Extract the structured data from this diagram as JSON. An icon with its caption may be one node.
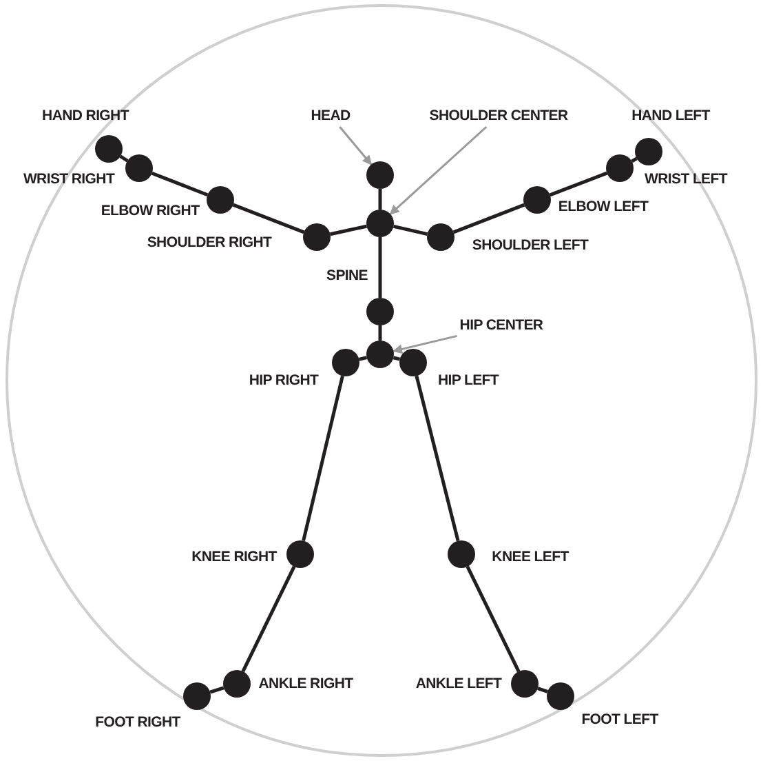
{
  "diagram": {
    "nodes": [
      {
        "text": [
          "HEAD"
        ]
      },
      {
        "text": [
          "SHOULDER CENTER"
        ]
      },
      {
        "text": [],
        "shape": "circle",
        "beside": [
          "HAND RIGHT"
        ]
      },
      {
        "text": [],
        "shape": "circle",
        "beside": [
          "HAND LEFT"
        ]
      },
      {
        "text": [],
        "shape": "circle",
        "beside": [
          "WRIST RIGHT"
        ]
      },
      {
        "text": [],
        "shape": "circle",
        "beside": [
          "WRIST LEFT"
        ]
      },
      {
        "text": [],
        "shape": "circle"
      },
      {
        "text": [],
        "shape": "circle",
        "beside": [
          "ELBOW RIGHT"
        ]
      },
      {
        "text": [],
        "shape": "circle",
        "beside": [
          "ELBOW LEFT"
        ]
      },
      {
        "text": [],
        "shape": "circle"
      },
      {
        "text": [],
        "shape": "circle",
        "beside": [
          "SHOULDER RIGHT"
        ]
      },
      {
        "text": [],
        "shape": "circle",
        "beside": [
          "SHOULDER LEFT"
        ]
      },
      {
        "text": [],
        "shape": "circle",
        "beside": [
          "SPINE"
        ]
      },
      {
        "text": [
          "HIP CENTER"
        ]
      },
      {
        "text": [],
        "shape": "circle"
      },
      {
        "text": [],
        "shape": "circle",
        "beside": [
          "HIP RIGHT"
        ]
      },
      {
        "text": [],
        "shape": "circle",
        "beside": [
          "HIP LEFT"
        ]
      },
      {
        "text": [],
        "shape": "circle",
        "beside": [
          "KNEE RIGHT"
        ]
      },
      {
        "text": [],
        "shape": "circle",
        "beside": [
          "KNEE LEFT"
        ]
      },
      {
        "text": [],
        "shape": "circle",
        "beside": [
          "ANKLE RIGHT"
        ]
      },
      {
        "text": [],
        "shape": "circle",
        "beside": [
          "ANKLE LEFT"
        ]
      },
      {
        "text": [],
        "shape": "circle",
        "beside": [
          "FOOT RIGHT"
        ]
      },
      {
        "text": [],
        "shape": "circle",
        "beside": [
          "FOOT LEFT"
        ]
      }
    ],
    "edges": [
      {
        "from": 0,
        "to": 6,
        "arrow": "to",
        "color": "#9a9a9a"
      },
      {
        "from": 1,
        "to": 9,
        "arrow": "to",
        "color": "#9a9a9a"
      },
      {
        "from": 13,
        "to": 14,
        "arrow": "to",
        "color": "#9a9a9a"
      },
      {
        "from": 2,
        "to": 4,
        "arrow": "none"
      },
      {
        "from": 4,
        "to": 7,
        "arrow": "none"
      },
      {
        "from": 7,
        "to": 10,
        "arrow": "none"
      },
      {
        "from": 10,
        "to": 9,
        "arrow": "none"
      },
      {
        "from": 9,
        "to": 6,
        "arrow": "none"
      },
      {
        "from": 9,
        "to": 11,
        "arrow": "none"
      },
      {
        "from": 11,
        "to": 8,
        "arrow": "none"
      },
      {
        "from": 8,
        "to": 5,
        "arrow": "none"
      },
      {
        "from": 5,
        "to": 3,
        "arrow": "none"
      },
      {
        "from": 9,
        "to": 12,
        "arrow": "none"
      },
      {
        "from": 12,
        "to": 14,
        "arrow": "none"
      },
      {
        "from": 14,
        "to": 15,
        "arrow": "none"
      },
      {
        "from": 14,
        "to": 16,
        "arrow": "none"
      },
      {
        "from": 15,
        "to": 17,
        "arrow": "none"
      },
      {
        "from": 17,
        "to": 19,
        "arrow": "none"
      },
      {
        "from": 19,
        "to": 21,
        "arrow": "none"
      },
      {
        "from": 16,
        "to": 18,
        "arrow": "none"
      },
      {
        "from": 18,
        "to": 20,
        "arrow": "none"
      },
      {
        "from": 20,
        "to": 22,
        "arrow": "none"
      }
    ]
  }
}
